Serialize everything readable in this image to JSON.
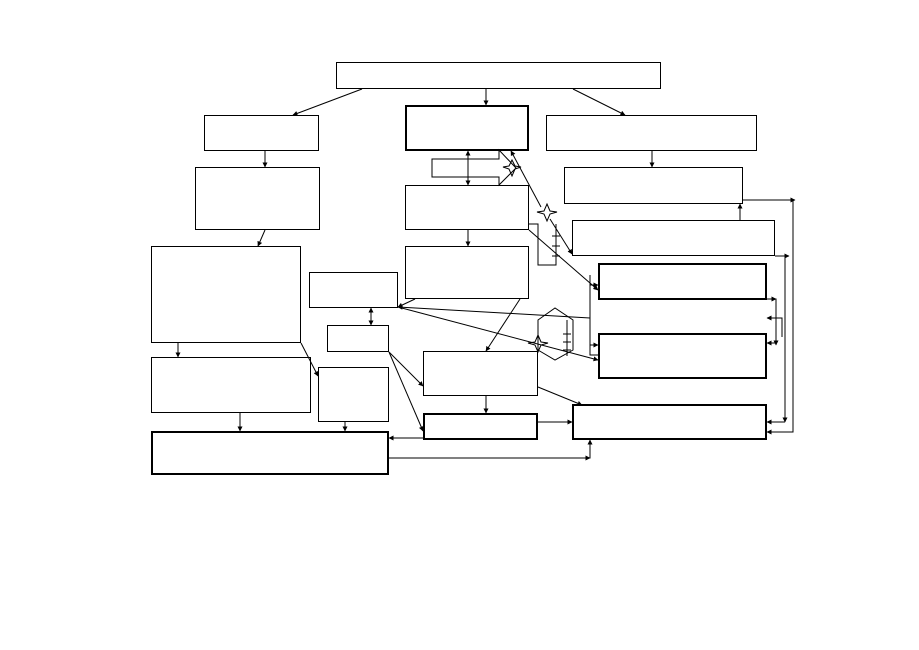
{
  "diagram": {
    "stroke_color": "#000000",
    "background_color": "#ffffff",
    "nodes": [
      {
        "id": "top-title-box",
        "text": "",
        "emphasis": false
      },
      {
        "id": "left-branch-box",
        "text": "",
        "emphasis": false
      },
      {
        "id": "center-branch-box",
        "text": "",
        "emphasis": true
      },
      {
        "id": "right-branch-box",
        "text": "",
        "emphasis": false
      },
      {
        "id": "left-step-2-box",
        "text": "",
        "emphasis": false
      },
      {
        "id": "center-step-2-box",
        "text": "",
        "emphasis": false
      },
      {
        "id": "right-step-2-box",
        "text": "",
        "emphasis": false
      },
      {
        "id": "right-step-3-box",
        "text": "",
        "emphasis": false
      },
      {
        "id": "left-large-box",
        "text": "",
        "emphasis": false
      },
      {
        "id": "center-step-3-box",
        "text": "",
        "emphasis": false
      },
      {
        "id": "middle-small-box",
        "text": "",
        "emphasis": false
      },
      {
        "id": "middle-tiny-box",
        "text": "",
        "emphasis": false
      },
      {
        "id": "right-bold-box-1",
        "text": "",
        "emphasis": true
      },
      {
        "id": "right-bold-box-2",
        "text": "",
        "emphasis": true
      },
      {
        "id": "left-step-4-box",
        "text": "",
        "emphasis": false
      },
      {
        "id": "middle-narrow-box",
        "text": "",
        "emphasis": false
      },
      {
        "id": "center-step-4-box",
        "text": "",
        "emphasis": false
      },
      {
        "id": "center-bold-small-box",
        "text": "",
        "emphasis": true
      },
      {
        "id": "right-bold-box-3",
        "text": "",
        "emphasis": true
      },
      {
        "id": "bottom-bold-box",
        "text": "",
        "emphasis": true
      }
    ]
  }
}
